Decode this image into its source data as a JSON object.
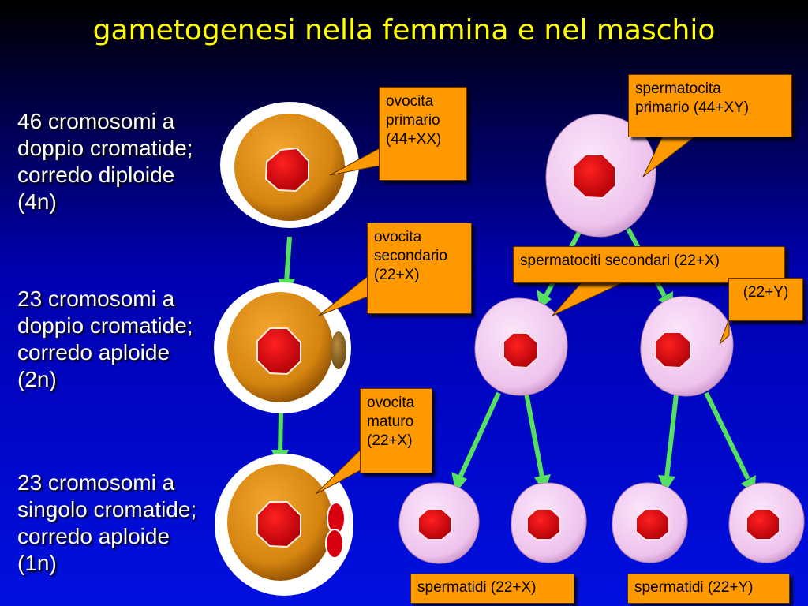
{
  "title": "gametogenesi nella femmina e nel maschio",
  "stages": [
    "46 cromosomi a\ndoppio cromatide;\ncorredo diploide\n(4n)",
    "23 cromosomi a\ndoppio cromatide;\ncorredo aploide\n(2n)",
    "23 cromosomi a\nsingolo cromatide;\ncorredo aploide\n(1n)"
  ],
  "callouts": {
    "ovocita_primario": "ovocita\nprimario\n(44+XX)",
    "ovocita_secondario": "ovocita\nsecondario\n(22+X)",
    "ovocita_maturo": "ovocita\nmaturo\n(22+X)",
    "spermatocita_primario": "spermatocita\nprimario  (44+XY)",
    "spermatociti_secondari": "spermatociti secondari  (22+X)",
    "spermatocita_y": "(22+Y)",
    "spermatidi_x": "spermatidi (22+X)",
    "spermatidi_y": "spermatidi (22+Y)"
  },
  "colors": {
    "oocyte": "#d98a10",
    "sperm_cell": "#f2cdf0",
    "nucleus": "#e00010",
    "arrow": "#55e060",
    "callout": "#ff9900",
    "title": "#ffff00"
  }
}
